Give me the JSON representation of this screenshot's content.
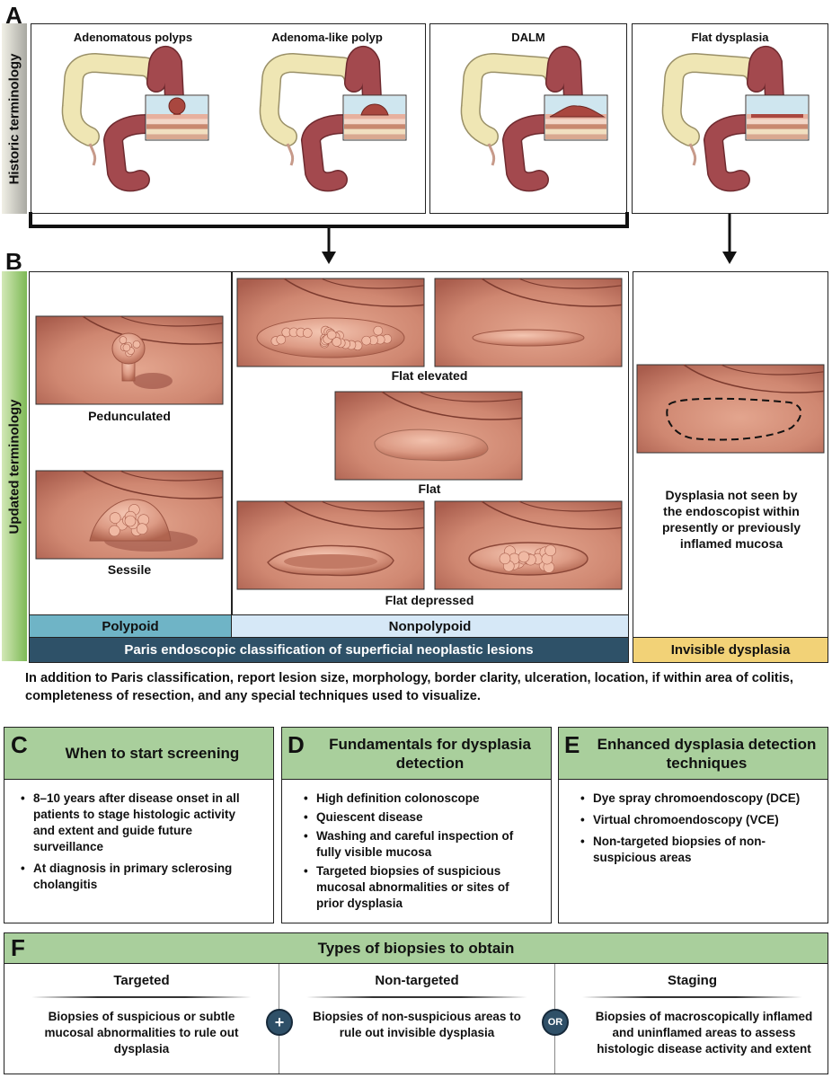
{
  "panel_a": {
    "letter": "A",
    "side_label": "Historic terminology",
    "titles": [
      "Adenomatous polyps",
      "Adenoma-like polyp",
      "DALM",
      "Flat dysplasia"
    ]
  },
  "panel_b": {
    "letter": "B",
    "side_label": "Updated terminology",
    "polypoid_captions": [
      "Pedunculated",
      "Sessile"
    ],
    "nonpolypoid_captions": [
      "Flat elevated",
      "Flat",
      "Flat depressed"
    ],
    "invisible_text": "Dysplasia not seen by the endoscopist within presently or previously inflamed mucosa",
    "bar_polypoid": "Polypoid",
    "bar_nonpolypoid": "Nonpolypoid",
    "bar_paris": "Paris endoscopic classification of superficial neoplastic lesions",
    "bar_invisible": "Invisible dysplasia"
  },
  "note": "In addition to Paris classification, report lesion size, morphology, border clarity, ulceration, location, if within area of colitis, completeness of resection, and any special techniques used to visualize.",
  "panel_c": {
    "letter": "C",
    "title": "When to start screening",
    "items": [
      "8–10 years after disease onset in all patients to stage histologic activity and extent and guide future surveillance",
      "At diagnosis in primary sclerosing cholangitis"
    ]
  },
  "panel_d": {
    "letter": "D",
    "title": "Fundamentals for dysplasia detection",
    "items": [
      "High definition colonoscope",
      "Quiescent disease",
      "Washing and careful inspection of fully visible mucosa",
      "Targeted biopsies of suspicious mucosal abnormalities or sites of prior dysplasia"
    ]
  },
  "panel_e": {
    "letter": "E",
    "title": "Enhanced dysplasia detection techniques",
    "items": [
      "Dye spray chromoendoscopy (DCE)",
      "Virtual chromoendoscopy (VCE)",
      "Non-targeted biopsies of non-suspicious areas"
    ]
  },
  "panel_f": {
    "letter": "F",
    "title": "Types of biopsies to obtain",
    "columns": [
      {
        "heading": "Targeted",
        "text": "Biopsies of suspicious or subtle mucosal abnormalities to rule out dysplasia"
      },
      {
        "heading": "Non-targeted",
        "text": "Biopsies of non-suspicious areas to rule out invisible dysplasia"
      },
      {
        "heading": "Staging",
        "text": "Biopsies of macroscopically inflamed and uninflamed areas to assess histologic disease activity and extent"
      }
    ],
    "connectors": [
      "+",
      "OR"
    ]
  },
  "colors": {
    "header_green": "#a9cf9c",
    "polypoid_blue": "#6fb4c6",
    "nonpolypoid_blue": "#d6e8f7",
    "paris_navy": "#2e5168",
    "invisible_gold": "#f2d277",
    "colon_red": "#a3494e",
    "colon_cream": "#efe6b4",
    "mucosa_pink": "#d38d78"
  }
}
